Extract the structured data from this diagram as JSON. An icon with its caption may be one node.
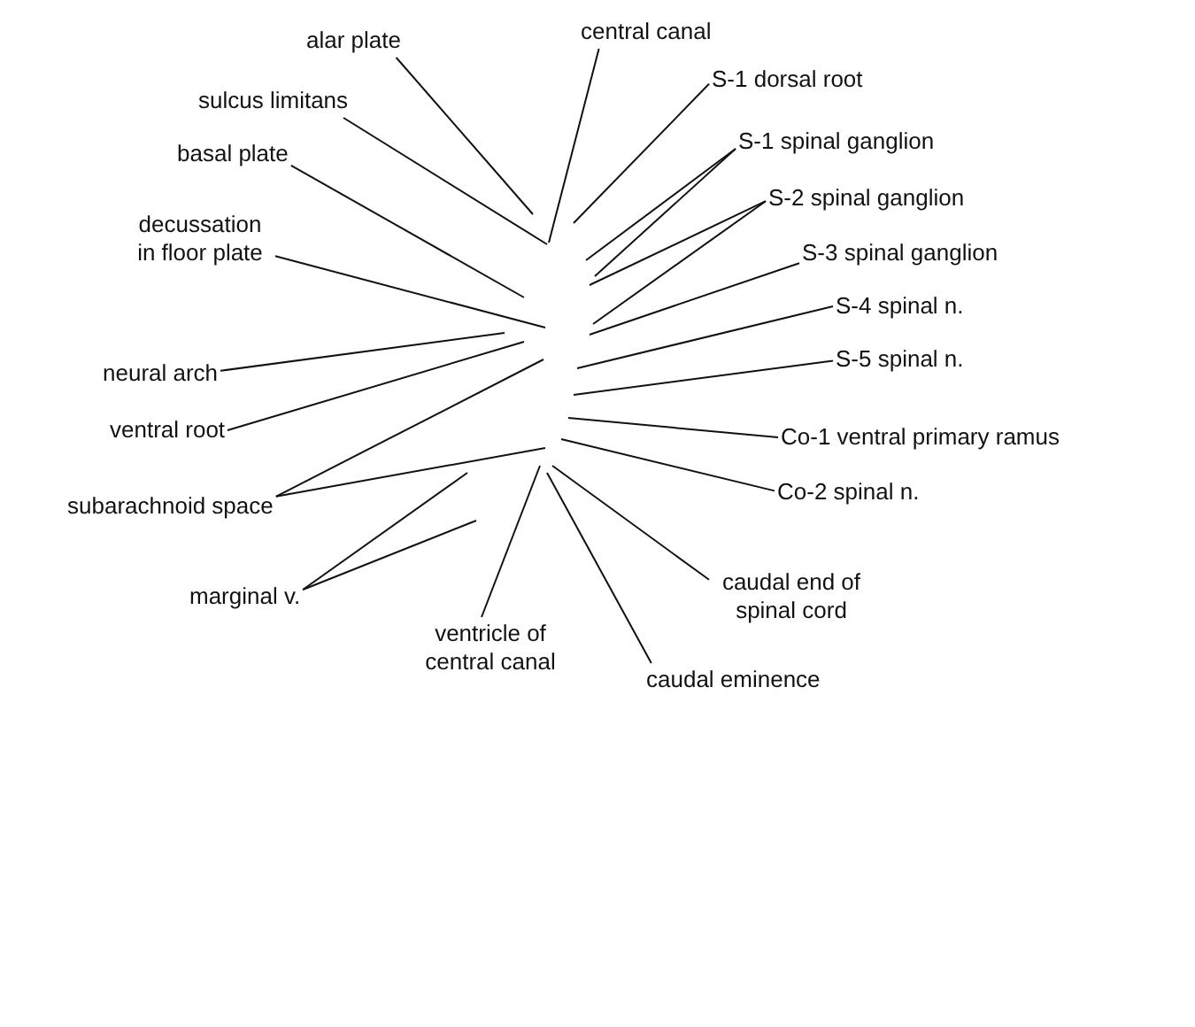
{
  "diagram": {
    "nodes": [
      {
        "text": [
          "central canal"
        ]
      },
      {
        "text": [
          "alar plate"
        ]
      },
      {
        "text": [
          "S-1 dorsal root"
        ]
      },
      {
        "text": [
          "sulcus limitans"
        ]
      },
      {
        "text": [
          "S-1 spinal ganglion"
        ]
      },
      {
        "text": [
          "basal plate"
        ]
      },
      {
        "text": [
          "S-2 spinal ganglion"
        ]
      },
      {
        "text": [
          "decussation in floor plate"
        ]
      },
      {
        "text": [
          "S-3 spinal ganglion"
        ]
      },
      {
        "text": [
          "S-4 spinal n."
        ]
      },
      {
        "text": [
          "S-5 spinal n."
        ]
      },
      {
        "text": [
          "neural arch"
        ]
      },
      {
        "text": [
          "ventral root"
        ]
      },
      {
        "text": [
          "Co-1 ventral primary ramus"
        ]
      },
      {
        "text": [
          "Co-2 spinal n."
        ]
      },
      {
        "text": [
          "subarachnoid space"
        ]
      },
      {
        "text": [
          "caudal end of spinal cord"
        ]
      },
      {
        "text": [
          "marginal v."
        ]
      },
      {
        "text": [
          "ventricle of central canal"
        ]
      },
      {
        "text": [
          "caudal eminence"
        ]
      }
    ],
    "edges": [
      {
        "from": 0,
        "to": null,
        "arrow": "none"
      },
      {
        "from": 1,
        "to": null,
        "arrow": "none"
      },
      {
        "from": 2,
        "to": null,
        "arrow": "none"
      },
      {
        "from": 3,
        "to": null,
        "arrow": "none"
      },
      {
        "from": 4,
        "to": null,
        "arrow": "none"
      },
      {
        "from": 4,
        "to": null,
        "arrow": "none"
      },
      {
        "from": 5,
        "to": null,
        "arrow": "none"
      },
      {
        "from": 6,
        "to": null,
        "arrow": "none"
      },
      {
        "from": 6,
        "to": null,
        "arrow": "none"
      },
      {
        "from": 7,
        "to": null,
        "arrow": "none"
      },
      {
        "from": 8,
        "to": null,
        "arrow": "none"
      },
      {
        "from": 9,
        "to": null,
        "arrow": "none"
      },
      {
        "from": 10,
        "to": null,
        "arrow": "none"
      },
      {
        "from": 11,
        "to": null,
        "arrow": "none"
      },
      {
        "from": 12,
        "to": null,
        "arrow": "none"
      },
      {
        "from": 13,
        "to": null,
        "arrow": "none"
      },
      {
        "from": 14,
        "to": null,
        "arrow": "none"
      },
      {
        "from": 15,
        "to": null,
        "arrow": "none"
      },
      {
        "from": 15,
        "to": null,
        "arrow": "none"
      },
      {
        "from": 16,
        "to": null,
        "arrow": "none"
      },
      {
        "from": 17,
        "to": null,
        "arrow": "none"
      },
      {
        "from": 17,
        "to": null,
        "arrow": "none"
      },
      {
        "from": 18,
        "to": null,
        "arrow": "none"
      },
      {
        "from": 19,
        "to": null,
        "arrow": "none"
      }
    ]
  }
}
